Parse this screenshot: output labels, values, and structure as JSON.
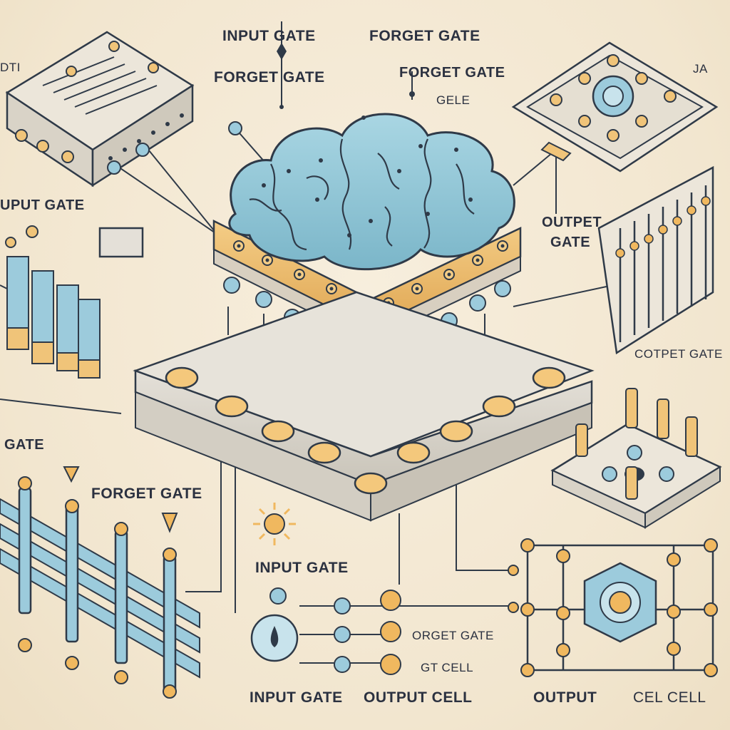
{
  "colors": {
    "background": "#f3e9d6",
    "ink": "#2b3140",
    "brain_blue": "#8ec5d6",
    "amber": "#e8b463",
    "panel_gray": "#d9d5cc",
    "pin_blue": "#9ccbdc"
  },
  "labels": {
    "top_input_gate": "INPUT GATE",
    "top_forget_gate_right": "FORGET GATE",
    "top_forget_gate_left": "FORGET GATE",
    "top_forget_gate_small": "FORGET GATE",
    "top_gele": "GELE",
    "corner_dt": "DTI",
    "corner_a": "JA",
    "left_input_gate": "UPUT GATE",
    "right_output_gate_a": "OUTPET",
    "right_output_gate_b": "GATE",
    "right_output_gate_c": "COTPET GATE",
    "left_gate": "GATE",
    "mid_forget_gate": "FORGET GATE",
    "bottom_input_gate": "INPUT GATE",
    "bottom_forget_gate": "ORGET GATE",
    "bottom_gcell": "GT CELL",
    "bottom_input_gate_2": "INPUT GATE",
    "bottom_output_cell": "OUTPUT CELL",
    "bottom_output": "OUTPUT",
    "bottom_celcell": "CEL CELL"
  },
  "icons": [
    "brain-chip-icon",
    "circuit-board-icon",
    "chip-module-icon",
    "sun-gear-icon",
    "connector-block-icon",
    "pin-array-icon",
    "cable-bundle-icon",
    "hex-node-icon"
  ]
}
